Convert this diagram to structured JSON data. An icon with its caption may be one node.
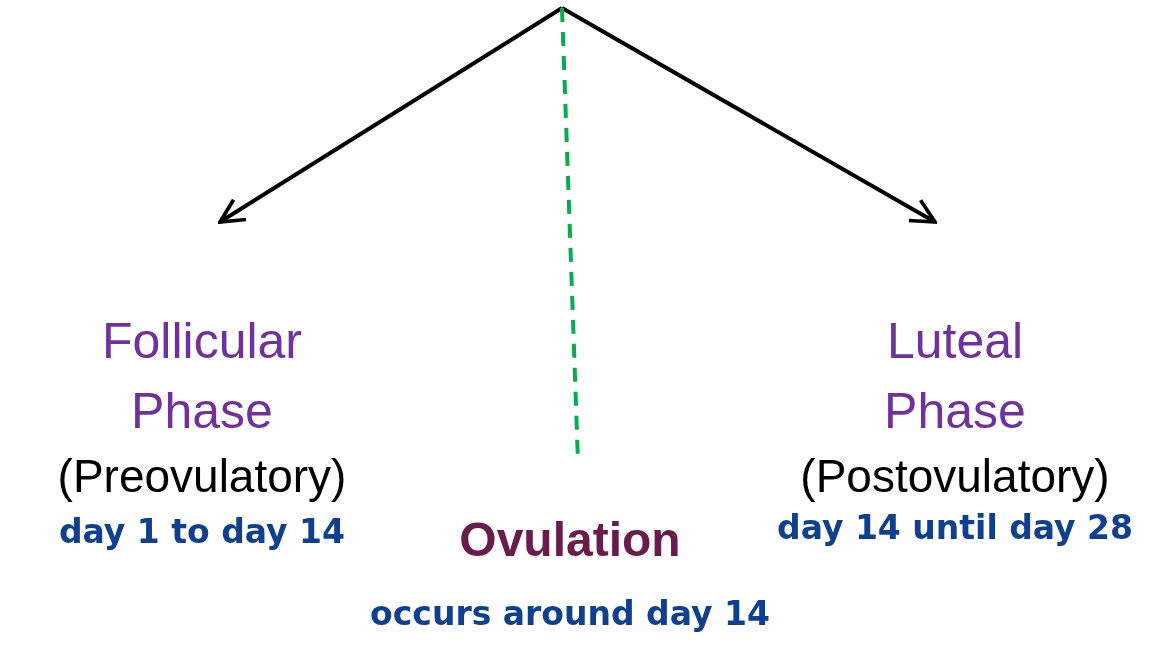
{
  "diagram": {
    "nodes": [
      {
        "text": [
          "Follicular Phase",
          "(Preovulatory)"
        ],
        "beside": [
          "day 1 to day 14"
        ]
      },
      {
        "text": [
          "Ovulation"
        ],
        "beside": [
          "occurs around day 14"
        ]
      },
      {
        "text": [
          "Luteal Phase",
          "(Postovulatory)"
        ],
        "beside": [
          "day 14 until day 28"
        ]
      }
    ],
    "edges": [
      {
        "from": null,
        "to": 0,
        "arrow": "to"
      },
      {
        "from": null,
        "to": 2,
        "arrow": "to"
      },
      {
        "from": null,
        "to": 1,
        "arrow": "none",
        "style": "dashed",
        "color": "#00b050"
      }
    ]
  }
}
